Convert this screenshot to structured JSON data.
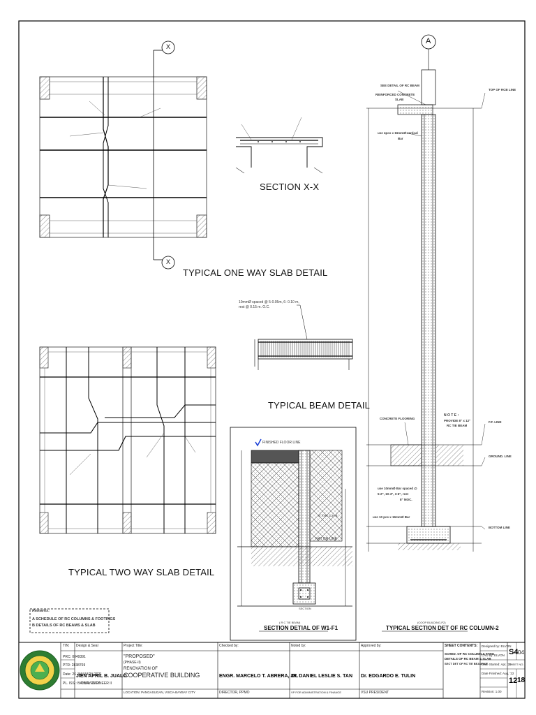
{
  "titles": {
    "one_way": "TYPICAL ONE WAY SLAB DETAIL",
    "section_xx": "SECTION X-X",
    "beam": "TYPICAL BEAM DETAIL",
    "two_way": "TYPICAL TWO WAY SLAB DETAIL",
    "section_w1f1": "SECTION DETIAL OF W1-F1",
    "section_w1f1_sub": "( R C TIE BEAM)",
    "section_col": "TYPICAL SECTION DET OF RC COLUMN-2",
    "section_col_sub": "(COOP BUILDING-P2)"
  },
  "markers": {
    "x": "X",
    "a": "A"
  },
  "beam_note": {
    "line1": "10mmØ spaced @ 5-0.05m, 6- 0.10 m,",
    "line2": "rest @ 0.15 m. O.C."
  },
  "column_labels": {
    "see_detail": "SEE DETAIL OF RC BEAM",
    "slab1": "REINFORCED CONCRETE",
    "slab2": "SLAB",
    "top_line": "TOP OF RCB LINE",
    "vert1": "use 4pcs x 16mmØ vertical",
    "vert2": "Bar",
    "note_title": "N O T E :",
    "note1": "PROVIDE 8\" x 12\"",
    "note2": "RC TIE BEAM",
    "flooring": "CONCRETE FLOORING",
    "ff_line": "F.F. LINE",
    "ground_line": "GROUND. LINE",
    "ties1": "use 10mmØ Bar spaced @",
    "ties2": "5-2\", 10-4\", 3-6\", rest",
    "ties3": "8\" MOC.",
    "bars": "use 10 pcs x 16mmØ Bar",
    "bottom_line": "BOTTOM LINE"
  },
  "w1f1_labels": {
    "ffl": "FINISHED FLOOR LINE",
    "chb": "6\" THK C.H.B.",
    "ngl": "NAT GR LINE",
    "section": "SECTION"
  },
  "legend": {
    "title": "Remarks:",
    "a": "A  SCHEDULE OF RC COLUMNS & FOOTINGS",
    "b": "B  DETAILS OF RC BEAMS & SLAB"
  },
  "title_block": {
    "design_by_label": "Design & Seal",
    "designer": "JIEN APRIL B. JUALO",
    "designer_role": "CIVIL ENGINEER II",
    "prc": "PRC: 0049391",
    "ptr": "PTR: 2838769",
    "date": "Date: 26 JANUARY 2021",
    "place": "PL. ISS.: BAYBAY CITY",
    "tin": "TIN:",
    "project_label": "Project Title:",
    "project_proposed": "\"PROPOSED\"",
    "project_phase": "(PHASE-II)",
    "project_line1": "RENOVATION OF",
    "project_line2": "COOPERATIVE BUILDING",
    "location": "LOCATION: PANGASUGAN, VISCA-BAYBAY CITY",
    "checked_label": "Checked by:",
    "checker": "ENGR. MARCELO T. ABRERA, JR.",
    "checker_role": "DIRECTOR, PPMO",
    "noted_label": "Noted by:",
    "noter": "Dr. DANIEL LESLIE S. TAN",
    "noter_role": "VP FOR ADMINISTRATION & FINANCE",
    "approved_label": "Approved by:",
    "approver": "Dr. EDGARDO E. TULIN",
    "approver_role": "VSU PRESIDENT",
    "contents_label": "SHEET CONTENTS:",
    "contents_a": "SCHED. OF RC COLUMN & FTNG",
    "contents_b": "DETAILS OF RC BEAM & SLAB",
    "contents_c": "SECT DET OF RC TIE BEAM/W/F",
    "designed_by": "Designed by: ELVON",
    "cad_by": "CAD by: ELVON",
    "date_started": "Date Started: Apr, '22",
    "date_finished": "Date Finished: Aug, '22",
    "revision": "Revision: 1.00",
    "sheet_code": "S4",
    "sheet_code_no": "04",
    "sheet_no_label": "SHEET NO.",
    "sheet_no": "12",
    "sheet_total": "18"
  }
}
